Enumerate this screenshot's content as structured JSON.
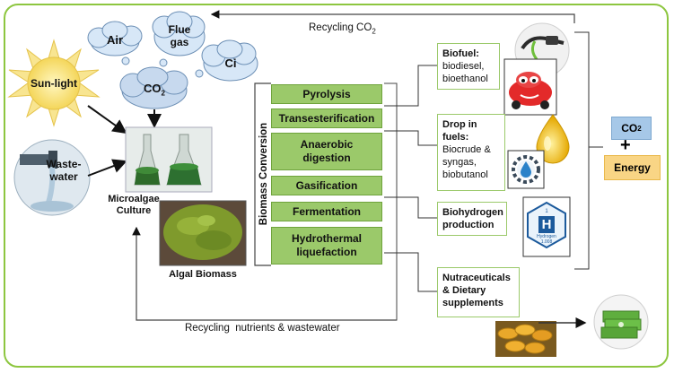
{
  "recycle_co2": {
    "text": "Recycling CO",
    "sub": "2"
  },
  "recycle_nutrients": "Recycling  nutrients & wastewater",
  "clouds": {
    "air": "Air",
    "flue_gas_1": "Flue",
    "flue_gas_2": "gas",
    "ci": "Ci",
    "co2": "CO",
    "co2_sub": "2"
  },
  "sunlight": "Sun-light",
  "wastewater_1": "Waste-",
  "wastewater_2": "water",
  "culture_1": "Microalgae",
  "culture_2": "Culture",
  "algal_biomass": "Algal Biomass",
  "biomass_conversion": "Biomass Conversion",
  "processes": [
    "Pyrolysis",
    "Transesterification",
    "Anaerobic digestion",
    "Gasification",
    "Fermentation",
    "Hydrothermal liquefaction"
  ],
  "products": {
    "biofuel": {
      "title": "Biofuel:",
      "lines": [
        "biodiesel,",
        "bioethanol"
      ]
    },
    "dropin": {
      "title": "Drop in fuels:",
      "lines": [
        "Biocrude &",
        "syngas,",
        "biobutanol"
      ]
    },
    "biohydrogen": {
      "title": "Biohydrogen production",
      "lines": []
    },
    "nutra": {
      "title": "Nutraceuticals & Dietary supplements",
      "lines": []
    }
  },
  "hydrogen_icon": {
    "number": "1",
    "symbol": "H",
    "name": "Hydrogen",
    "mass": "1.008"
  },
  "outputs": {
    "co2": "CO",
    "co2_sub": "2",
    "plus": "+",
    "energy": "Energy"
  },
  "colors": {
    "border": "#8dc63f",
    "process_fill": "#9bc96a",
    "cloud_fill": "#d7e7f7",
    "sun": "#f6e27a",
    "co2_box": "#a6c8e8",
    "energy_box": "#f9d585"
  }
}
